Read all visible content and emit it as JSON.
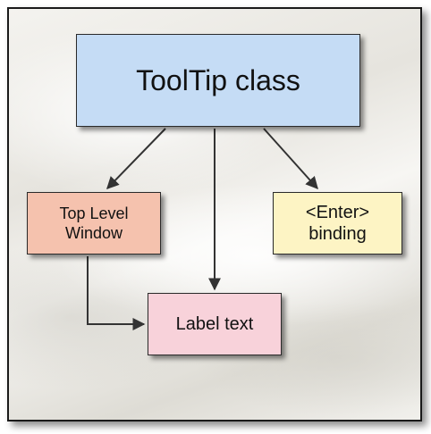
{
  "diagram": {
    "nodes": {
      "tooltip_class": {
        "label": "ToolTip class"
      },
      "top_level_window": {
        "line1": "Top Level",
        "line2": "Window"
      },
      "enter_binding": {
        "line1": "<Enter>",
        "line2": "binding"
      },
      "label_text": {
        "label": "Label text"
      }
    },
    "edges": [
      {
        "from": "tooltip_class",
        "to": "top_level_window"
      },
      {
        "from": "tooltip_class",
        "to": "label_text"
      },
      {
        "from": "tooltip_class",
        "to": "enter_binding"
      },
      {
        "from": "top_level_window",
        "to": "label_text"
      }
    ],
    "colors": {
      "tooltip_class": "#c5dcf5",
      "top_level_window": "#f5c2ae",
      "enter_binding": "#fdf4c4",
      "label_text": "#f8d2da",
      "arrow": "#333333",
      "frame_border": "#1a1a1a"
    }
  }
}
